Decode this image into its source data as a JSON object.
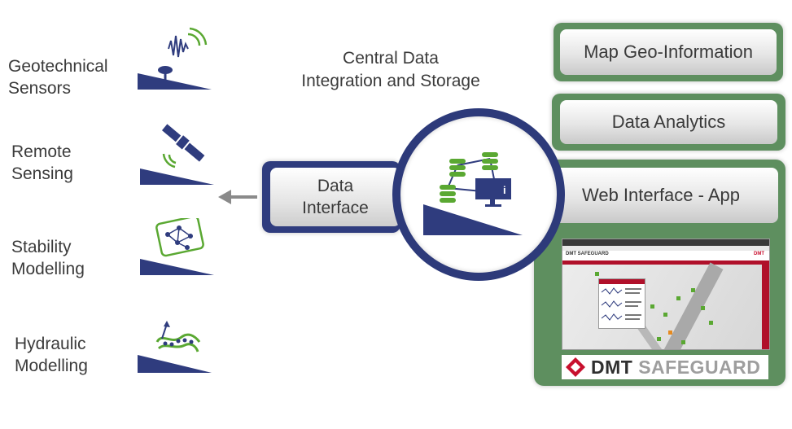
{
  "left_items": [
    {
      "label": "Geotechnical\nSensors",
      "icon": "seismic-sensor-icon"
    },
    {
      "label": "Remote\nSensing",
      "icon": "satellite-icon"
    },
    {
      "label": "Stability\nModelling",
      "icon": "stability-network-icon"
    },
    {
      "label": "Hydraulic\nModelling",
      "icon": "hydraulic-flow-icon"
    }
  ],
  "center": {
    "title": "Central Data\nIntegration and Storage",
    "data_interface": "Data\nInterface",
    "icon": "database-network-icon",
    "info_glyph": "i"
  },
  "right": {
    "map_geo": "Map Geo-Information",
    "analytics": "Data Analytics",
    "web_app": "Web Interface - App",
    "brand_a": "DMT",
    "brand_b": "SAFEGUARD"
  },
  "screenshot": {
    "app_title": "DMT SAFEGUARD",
    "brand_small": "DMT"
  },
  "colors": {
    "navy": "#2f3c7e",
    "green": "#5e8f5f",
    "icon_green": "#5aa832",
    "brand_red": "#c8102e",
    "arrow_grey": "#8a8a8a"
  }
}
